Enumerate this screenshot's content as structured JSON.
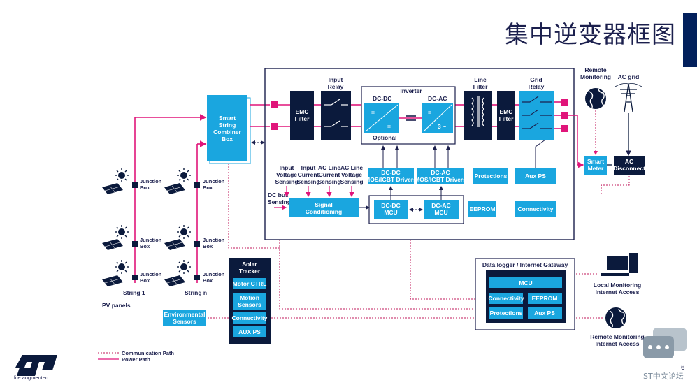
{
  "title": "集中逆变器框图",
  "page_number": "6",
  "brand": {
    "tagline": "life.augmented",
    "forum": "ST中文论坛"
  },
  "colors": {
    "box_blue": "#1aa6df",
    "dark_navy": "#0b1a3c",
    "power_path": "#e0157a",
    "comm_path": "#c2185b",
    "light_blue": "#8fd1f0"
  },
  "pv": {
    "junction": [
      "Junction",
      "Box"
    ],
    "string1": "String 1",
    "stringn": "String n",
    "panels": "PV panels"
  },
  "combiner": [
    "Smart",
    "String",
    "Combiner",
    "Box"
  ],
  "inverter": {
    "emc_filter": [
      "EMC",
      "Filter"
    ],
    "input_relay": [
      "Input",
      "Relay"
    ],
    "inverter_label": "Inverter",
    "dcdc": "DC-DC",
    "dcac": "DC-AC",
    "optional": "Optional",
    "line_filter": [
      "Line",
      "Filter"
    ],
    "grid_relay": [
      "Grid",
      "Relay"
    ],
    "sensing": {
      "input_voltage": [
        "Input",
        "Voltage",
        "Sensing"
      ],
      "input_current": [
        "Input",
        "Current",
        "Sensing"
      ],
      "ac_current": [
        "AC Line",
        "Current",
        "Sensing"
      ],
      "ac_voltage": [
        "AC Line",
        "Voltage",
        "Sensing"
      ],
      "dc_bus": [
        "DC bus",
        "Sensing"
      ]
    },
    "dcdc_drivers": [
      "DC-DC",
      "MOS/IGBT Drivers"
    ],
    "dcac_drivers": [
      "DC-AC",
      "MOS/IGBT Drivers"
    ],
    "protections": "Protections",
    "aux_ps": "Aux PS",
    "signal_conditioning": [
      "Signal",
      "Conditioning"
    ],
    "dcdc_mcu": [
      "DC-DC",
      "MCU"
    ],
    "dcac_mcu": [
      "DC-AC",
      "MCU"
    ],
    "eeprom": "EEPROM",
    "connectivity": "Connectivity"
  },
  "grid": {
    "remote_monitoring": [
      "Remote",
      "Monitoring"
    ],
    "ac_grid": "AC grid",
    "smart_meter": [
      "Smart",
      "Meter"
    ],
    "ac_disconnect": [
      "AC",
      "Disconnect"
    ]
  },
  "tracker": {
    "title": [
      "Solar",
      "Tracker"
    ],
    "motor": "Motor CTRL",
    "motion": [
      "Motion",
      "Sensors"
    ],
    "connectivity": "Connectivity",
    "aux_ps": "AUX PS"
  },
  "env_sensors": [
    "Environmental",
    "Sensors"
  ],
  "gateway": {
    "title": "Data logger / Internet Gateway",
    "mcu": "MCU",
    "connectivity": "Connectivity",
    "eeprom": "EEPROM",
    "protections": "Protections",
    "aux_ps": "Aux PS"
  },
  "local_monitoring": [
    "Local Monitoring",
    "Internet Access"
  ],
  "remote_monitoring2": [
    "Remote Monitoring",
    "Internet Access"
  ],
  "legend": {
    "comm": "Communication Path",
    "power": "Power Path"
  }
}
